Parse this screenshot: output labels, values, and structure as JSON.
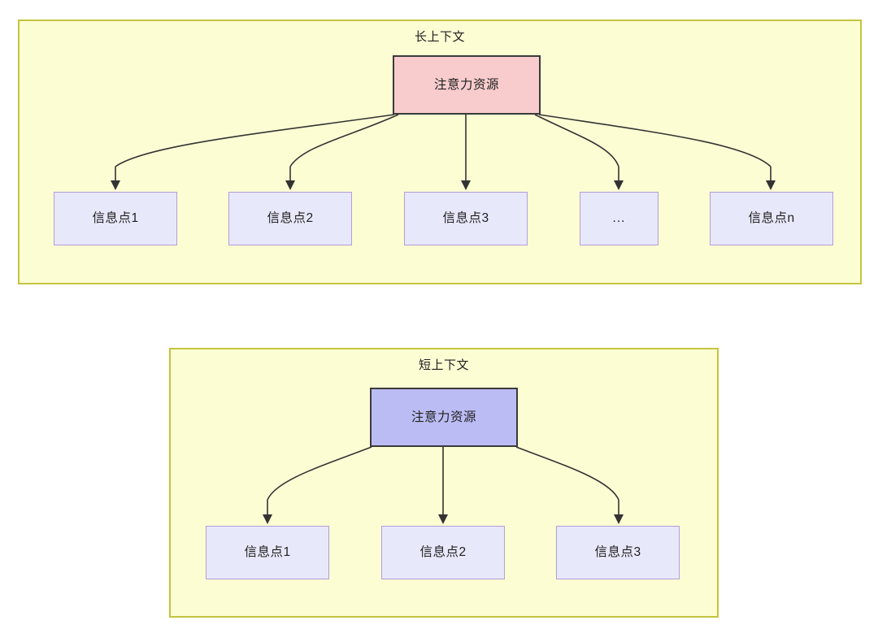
{
  "diagram": {
    "title_visible": false,
    "colors": {
      "panel_fill": "#fdfdd4",
      "panel_border": "#c4c43f",
      "attention_long_fill": "#f8cccc",
      "attention_short_fill": "#bcbcf5",
      "node_border": "#3a3a3a",
      "info_fill": "#e8e8fb",
      "info_border": "#b39ddb",
      "connector": "#333333",
      "text": "#1f1f1f"
    },
    "panels": [
      {
        "id": "long-context",
        "title": "长上下文",
        "root": {
          "label": "注意力资源",
          "style": "attention-pink"
        },
        "children": [
          {
            "label": "信息点1"
          },
          {
            "label": "信息点2"
          },
          {
            "label": "信息点3"
          },
          {
            "label": "..."
          },
          {
            "label": "信息点n"
          }
        ]
      },
      {
        "id": "short-context",
        "title": "短上下文",
        "root": {
          "label": "注意力资源",
          "style": "attention-blue"
        },
        "children": [
          {
            "label": "信息点1"
          },
          {
            "label": "信息点2"
          },
          {
            "label": "信息点3"
          }
        ]
      }
    ]
  }
}
